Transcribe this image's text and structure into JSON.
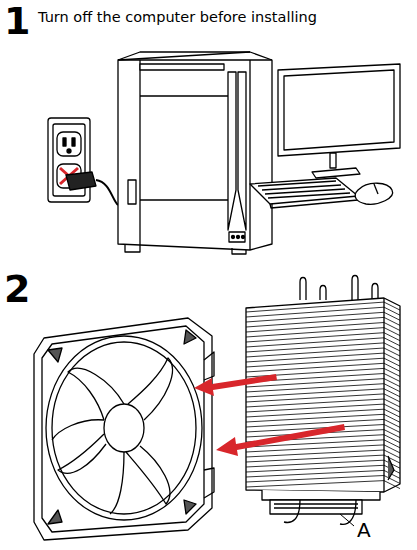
{
  "diagram": {
    "labels": [
      "1",
      "Turn off the computer before installing",
      "2",
      "A"
    ]
  }
}
